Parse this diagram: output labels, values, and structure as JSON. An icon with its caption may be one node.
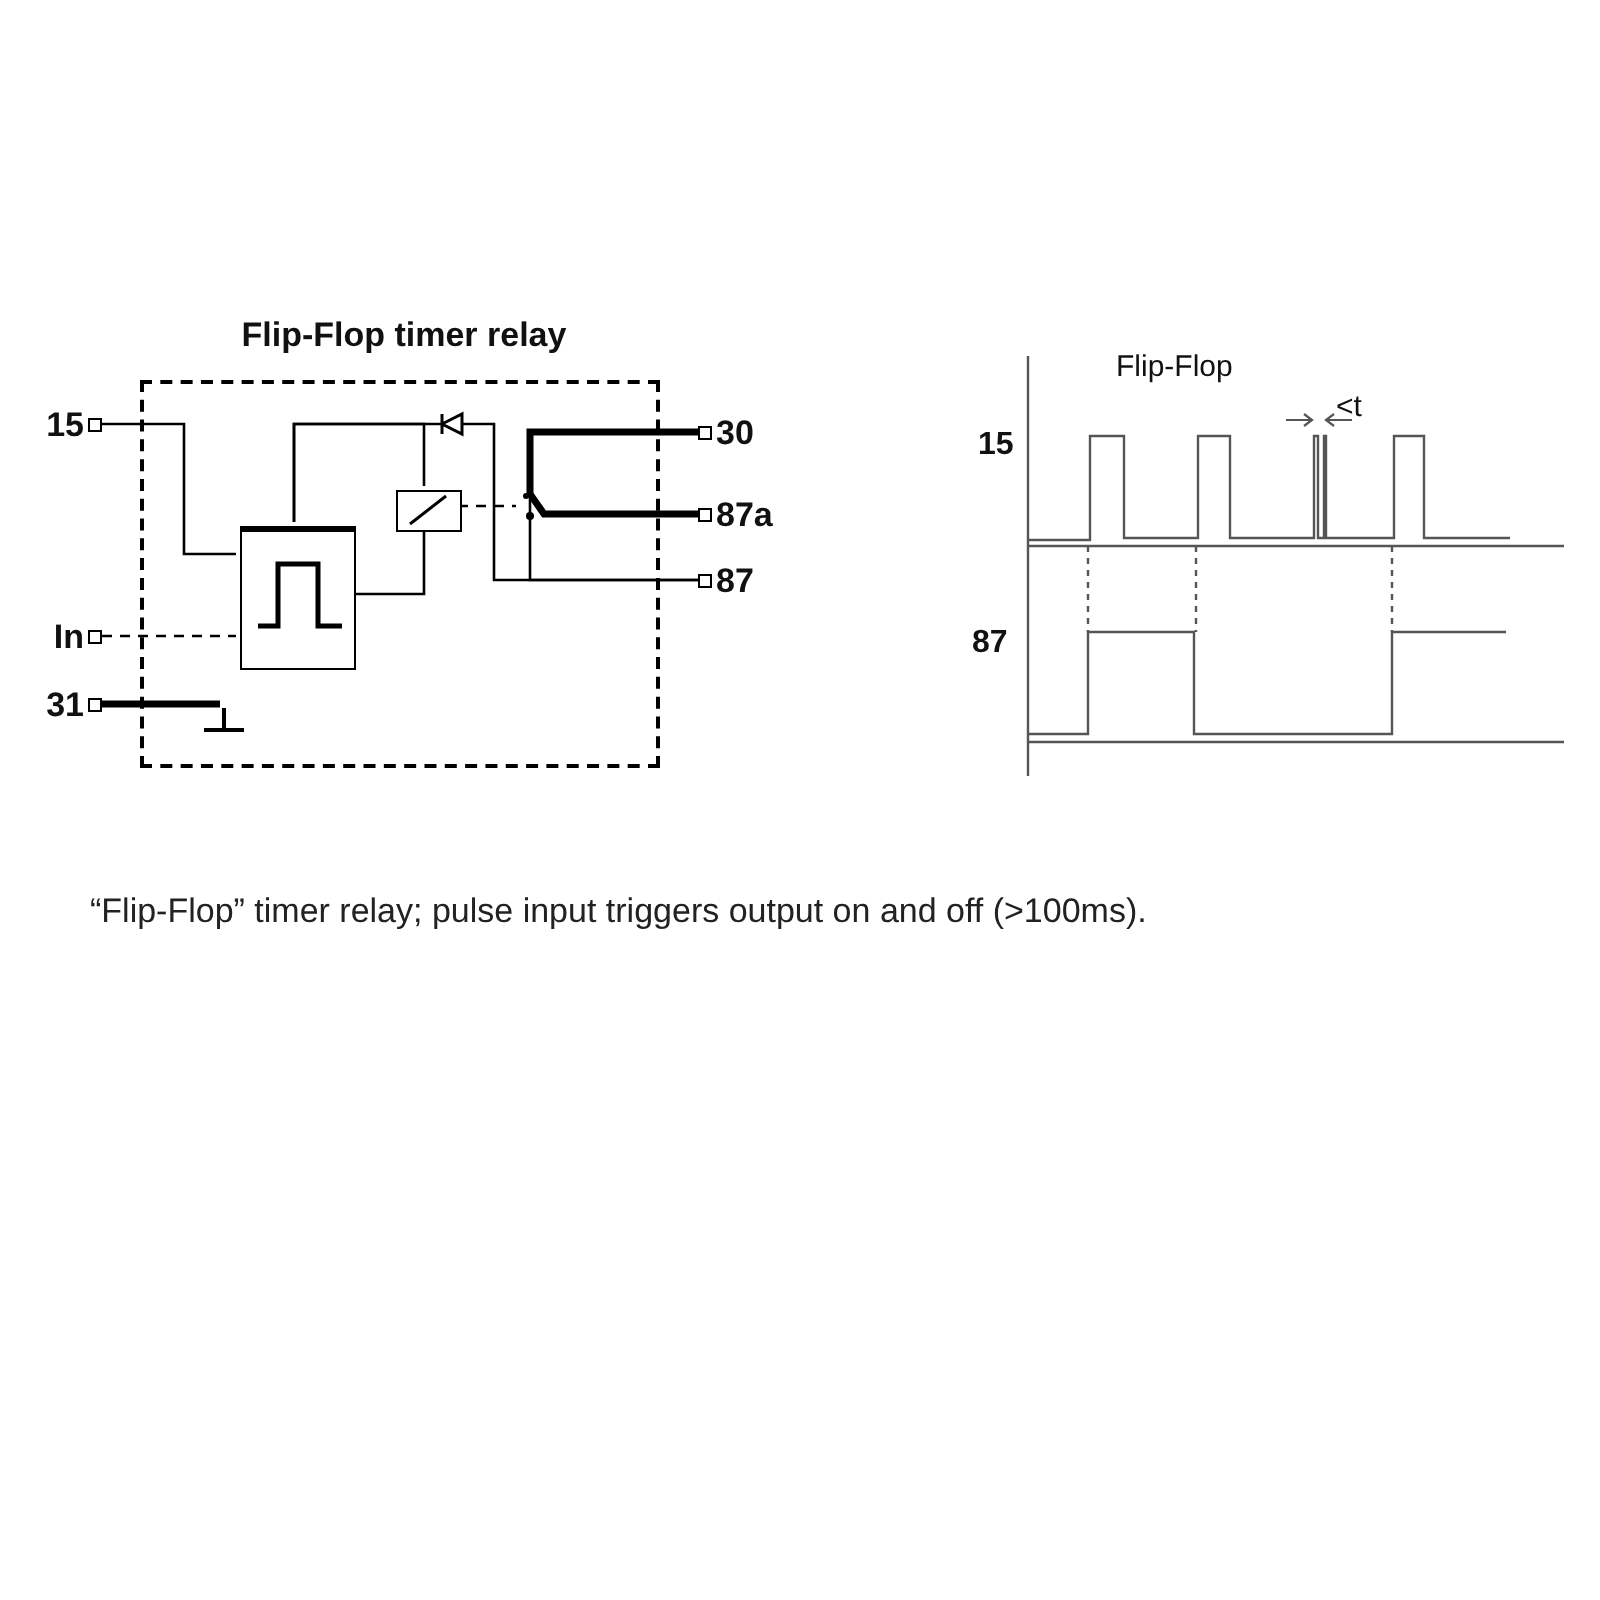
{
  "diagram": {
    "caption": "“Flip-Flop” timer relay; pulse input triggers output on and off (>100ms).",
    "nodes": [
      {
        "text": [
          "Flip-Flop timer relay"
        ]
      },
      {
        "text": [
          "15"
        ]
      },
      {
        "text": [
          "30"
        ]
      },
      {
        "text": [],
        "shape": "box",
        "in": 0
      },
      {
        "text": [
          "87a"
        ]
      },
      {
        "text": [
          "87"
        ]
      },
      {
        "text": [],
        "shape": "box",
        "in": 0
      },
      {
        "text": [
          "In"
        ]
      },
      {
        "text": [
          "31"
        ]
      },
      {
        "text": [],
        "shape": "ground",
        "in": 0
      }
    ],
    "edges": [
      {
        "from": 1,
        "to": 6,
        "arrow": "none"
      },
      {
        "from": 6,
        "to": 3,
        "arrow": "none"
      },
      {
        "from": 6,
        "to": 5,
        "arrow": "none"
      },
      {
        "from": 2,
        "to": 4,
        "arrow": "none",
        "style": "thick"
      },
      {
        "from": 6,
        "to": 3,
        "arrow": "none"
      },
      {
        "from": 7,
        "to": 6,
        "arrow": "none",
        "style": "dashed"
      },
      {
        "from": 8,
        "to": 9,
        "arrow": "none",
        "style": "thick"
      },
      {
        "from": 2,
        "to": 5,
        "arrow": "none"
      },
      {
        "from": 3,
        "to": null,
        "arrow": "none",
        "style": "dashed"
      }
    ],
    "labels": [
      "Flip-Flop",
      "<t",
      "15",
      "87"
    ]
  }
}
